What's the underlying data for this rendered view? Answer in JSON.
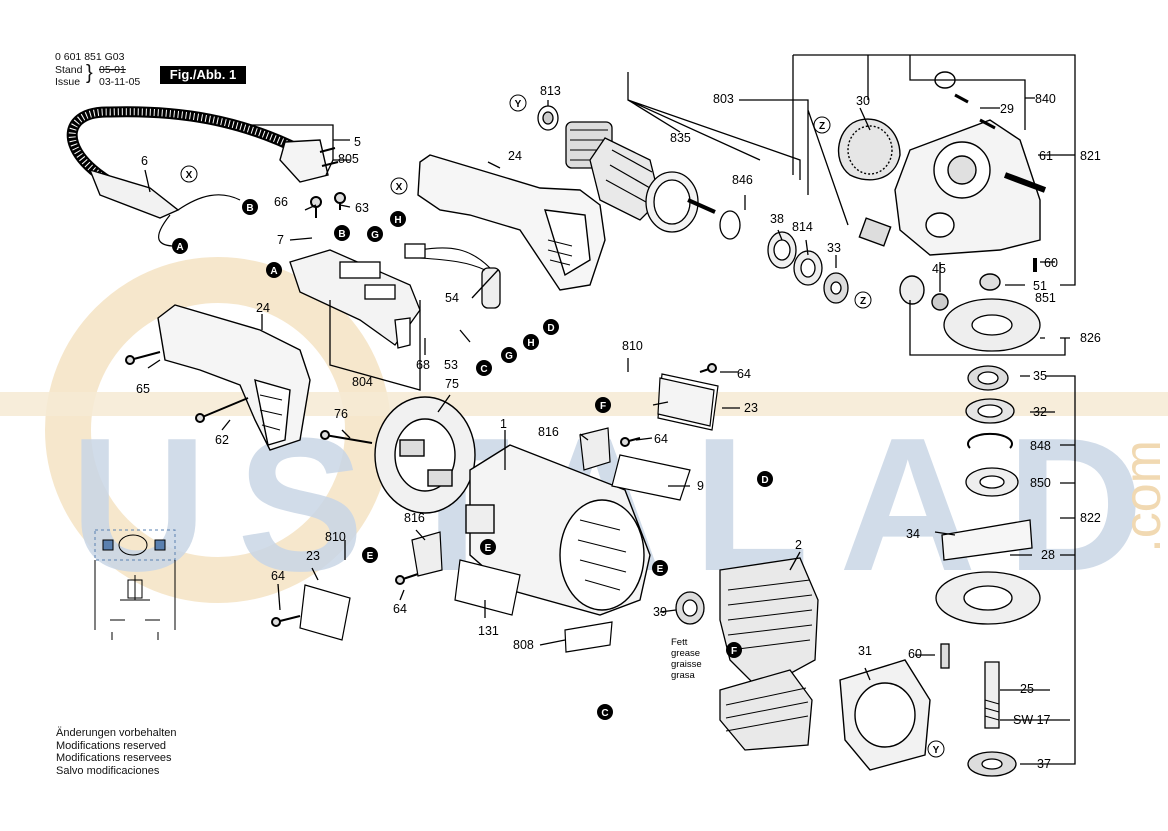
{
  "header": {
    "part_number": "0 601 851 G03",
    "stand_label": "Stand",
    "issue_label": "Issue",
    "old_date": "05-01",
    "date": "03-11-05",
    "figure": "Fig./Abb. 1"
  },
  "watermark": {
    "text": "USTALADA",
    "suffix": ".com",
    "colors": {
      "letters": "#c9d6e6",
      "ring": "#f4e2c2"
    }
  },
  "callouts": {
    "p1": "1",
    "p2": "2",
    "p5": "5",
    "p6": "6",
    "p9": "9",
    "p23a": "23",
    "p23b": "23",
    "p24a": "24",
    "p24b": "24",
    "p25": "25",
    "p28": "28",
    "p29": "29",
    "p30": "30",
    "p31": "31",
    "p32": "32",
    "p33": "33",
    "p34": "34",
    "p35": "35",
    "p37": "37",
    "p38": "38",
    "p39": "39",
    "p45": "45",
    "p51": "51",
    "p53": "53",
    "p54": "54",
    "p60a": "60",
    "p60b": "60",
    "p61": "61",
    "p62": "62",
    "p63": "63",
    "p64a": "64",
    "p64b": "64",
    "p64c": "64",
    "p64d": "64",
    "p65": "65",
    "p66": "66",
    "p68": "68",
    "p75": "75",
    "p76": "76",
    "p7": "7",
    "p131": "131",
    "p803": "803",
    "p804": "804",
    "p805": "805",
    "p808": "808",
    "p810a": "810",
    "p810b": "810",
    "p813": "813",
    "p814": "814",
    "p816a": "816",
    "p816b": "816",
    "p821": "821",
    "p822": "822",
    "p826": "826",
    "p835": "835",
    "p840": "840",
    "p846": "846",
    "p848": "848",
    "p850": "850",
    "p851": "851",
    "sw17": "SW 17"
  },
  "connectors": {
    "A1": "A",
    "A2": "A",
    "B1": "B",
    "B2": "B",
    "C1": "C",
    "C2": "C",
    "D1": "D",
    "D2": "D",
    "E1": "E",
    "E2": "E",
    "E3": "E",
    "F1": "F",
    "F2": "F",
    "G1": "G",
    "G2": "G",
    "H1": "H",
    "H2": "H",
    "X1": "X",
    "X2": "X",
    "Y1": "Y",
    "Y2": "Y",
    "Z1": "Z",
    "Z2": "Z"
  },
  "grease_label": [
    "Fett",
    "grease",
    "graisse",
    "grasa"
  ],
  "notes": [
    "Änderungen vorbehalten",
    "Modifications reserved",
    "Modifications reservees",
    "Salvo modificaciones"
  ]
}
